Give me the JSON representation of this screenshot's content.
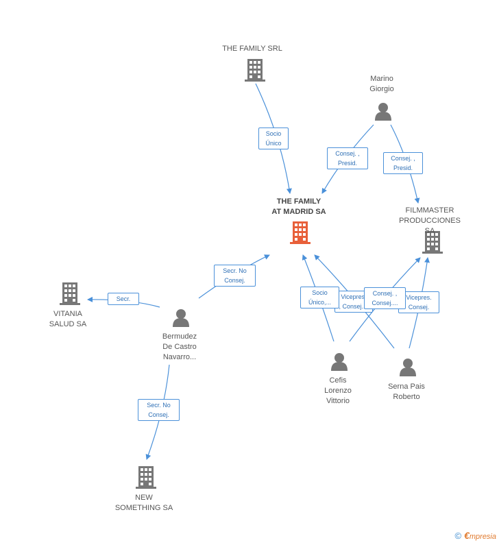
{
  "nodes": {
    "main": {
      "label": "THE FAMILY\nAT MADRID SA",
      "kind": "company",
      "color": "#e8603a"
    },
    "family_srl": {
      "label": "THE FAMILY SRL",
      "kind": "company"
    },
    "marino": {
      "label": "Marino\nGiorgio",
      "kind": "person"
    },
    "filmmaster": {
      "label": "FILMMASTER\nPRODUCCIONES SA",
      "kind": "company"
    },
    "vitania": {
      "label": "VITANIA\nSALUD SA",
      "kind": "company"
    },
    "bermudez": {
      "label": "Bermudez\nDe Castro\nNavarro...",
      "kind": "person"
    },
    "new_something": {
      "label": "NEW\nSOMETHING SA",
      "kind": "company"
    },
    "cefis": {
      "label": "Cefis\nLorenzo\nVittorio",
      "kind": "person"
    },
    "serna": {
      "label": "Serna Pais\nRoberto",
      "kind": "person"
    }
  },
  "edge_labels": {
    "socio_unico": "Socio\nÚnico",
    "consej_presid_left": "Consej. ,\nPresid.",
    "consej_presid_right": "Consej. ,\nPresid.",
    "secr_no_consej_top": "Secr. No\nConsej.",
    "secr": "Secr.",
    "secr_no_consej_bottom": "Secr. No\nConsej.",
    "socio_unico_cefis": "Socio\nÚnico,...",
    "vicepres_cefis": "Vicepres.\n, Consej....",
    "consej_cefis": "Consej. ,\nConsej....",
    "vicepres_serna": "Vicepres.\nConsej."
  },
  "colors": {
    "icon": "#777777",
    "main_icon": "#e8603a",
    "edge": "#4a90d9"
  },
  "footer": {
    "copyright": "©",
    "brand_initial": "€",
    "brand_rest": "mpresia"
  }
}
